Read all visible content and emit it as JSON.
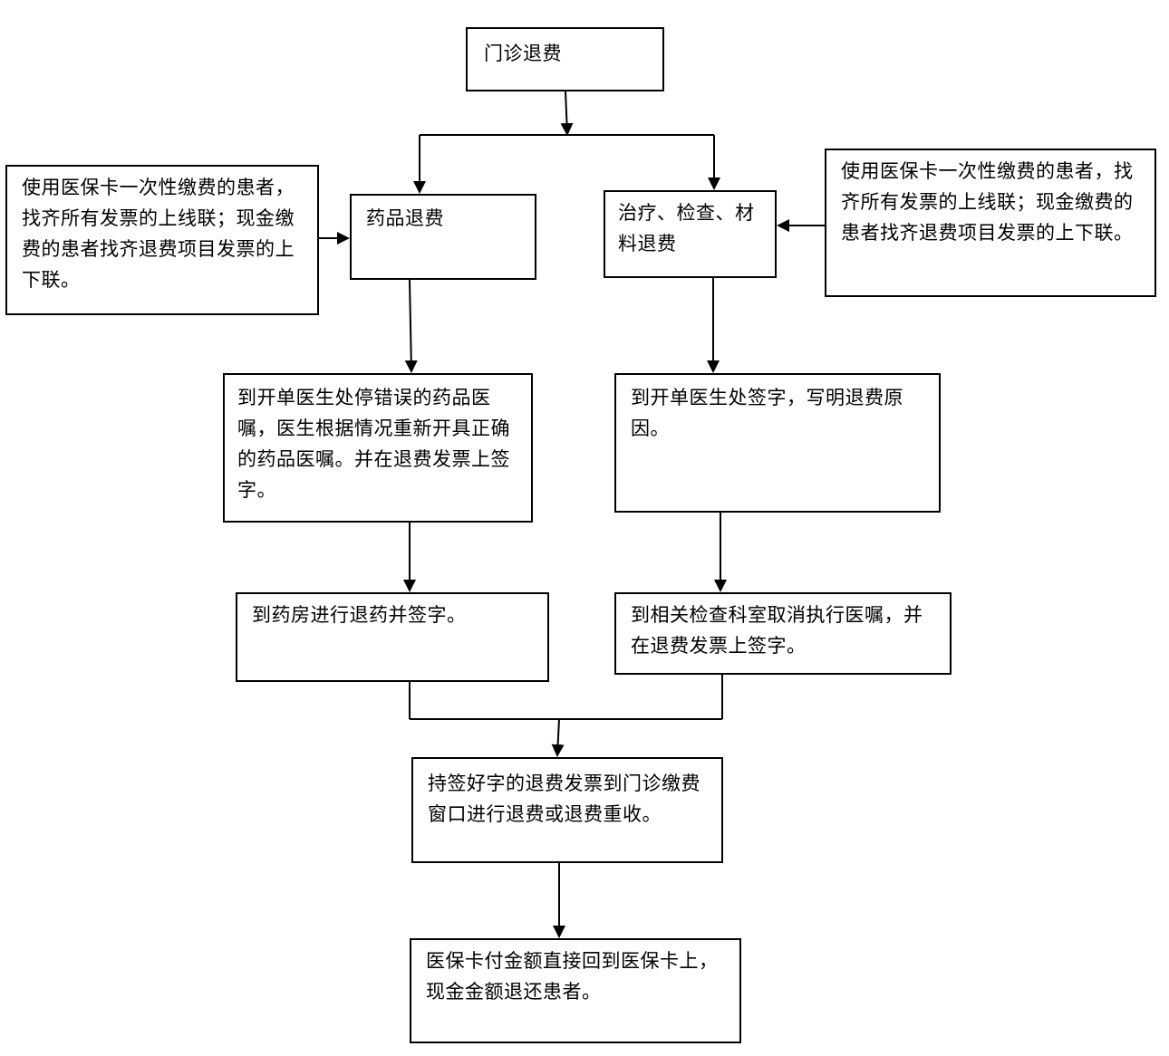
{
  "flowchart": {
    "start": "门诊退费",
    "branches": {
      "drug": "药品退费",
      "treatment": "治疗、检查、材料退费"
    },
    "notes": {
      "left": "使用医保卡一次性缴费的患者，找齐所有发票的上线联；现金缴费的患者找齐退费项目发票的上下联。",
      "right": "使用医保卡一次性缴费的患者，找齐所有发票的上线联；现金缴费的患者找齐退费项目发票的上下联。"
    },
    "drug_steps": {
      "stop_order": "到开单医生处停错误的药品医嘱，医生根据情况重新开具正确的药品医嘱。并在退费发票上签字。",
      "pharmacy": "到药房进行退药并签字。"
    },
    "treatment_steps": {
      "doctor_sign": "到开单医生处签字，写明退费原因。",
      "department": "到相关检查科室取消执行医嘱，并在退费发票上签字。"
    },
    "payment_window": "持签好字的退费发票到门诊缴费窗口进行退费或退费重收。",
    "result": "医保卡付金额直接回到医保卡上，现金金额退还患者。"
  }
}
